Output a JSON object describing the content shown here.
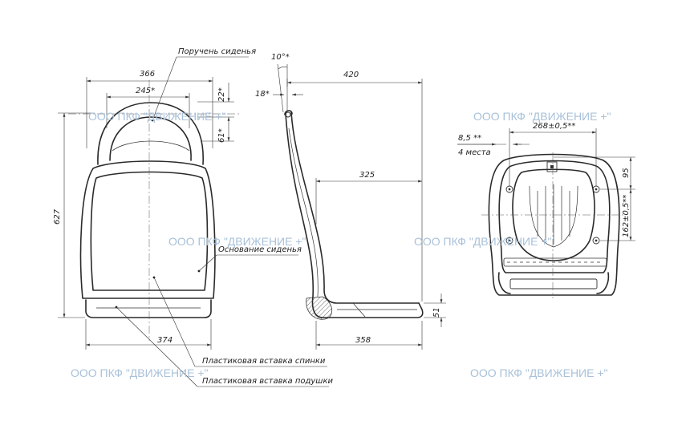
{
  "labels": {
    "seat_handrail": "Поручень сиденья",
    "seat_base": "Основание сиденья",
    "back_insert": "Пластиковая вставка спинки",
    "cushion_insert": "Пластиковая вставка подушки",
    "mount_count": "4 места"
  },
  "dimensions": {
    "width_top": "366",
    "width_handrail": "245*",
    "handrail_22": "22*",
    "handrail_61": "61*",
    "height_total": "627",
    "width_bottom": "374",
    "angle": "10°*",
    "side_18": "18*",
    "depth_total": "420",
    "depth_325": "325",
    "depth_358": "358",
    "height_51": "51",
    "holes_x": "268±0,5**",
    "hole_dia": "8,5 **",
    "hole_95": "95",
    "holes_y": "162±0,5**"
  },
  "watermark": "ООО ПКФ \"ДВИЖЕНИЕ +\"",
  "colors": {
    "line": "#2a2a2a",
    "watermark": "#a9c1d9"
  }
}
